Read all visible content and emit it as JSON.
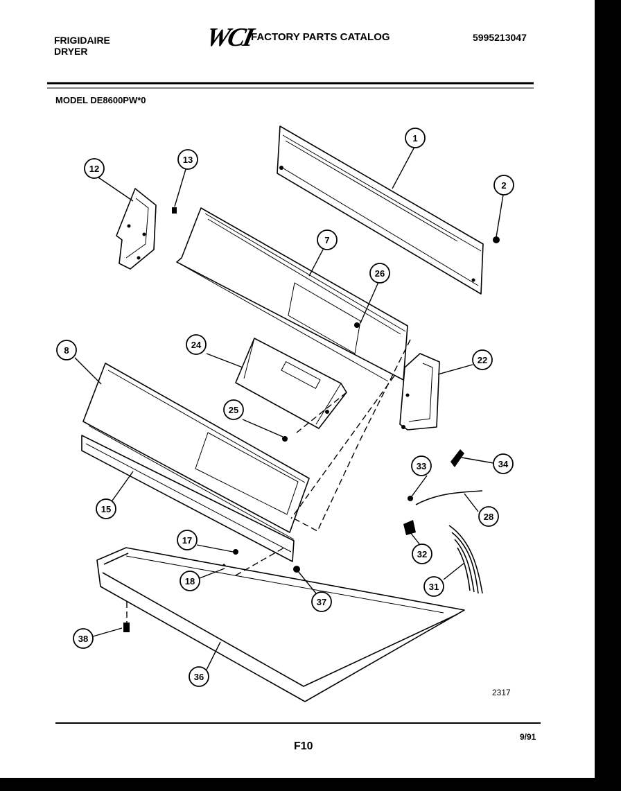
{
  "header": {
    "brand_line1": "FRIGIDAIRE",
    "brand_line2": "DRYER",
    "logo_text": "WCI",
    "catalog_title": "FACTORY PARTS CATALOG",
    "catalog_number": "5995213047"
  },
  "model_label": "MODEL DE8600PW*0",
  "diagram_code": "2317",
  "page_code": "F10",
  "date_code": "9/91",
  "callouts": [
    "1",
    "2",
    "7",
    "8",
    "12",
    "13",
    "15",
    "17",
    "18",
    "22",
    "24",
    "25",
    "26",
    "28",
    "31",
    "32",
    "33",
    "34",
    "36",
    "37",
    "38"
  ],
  "colors": {
    "page": "#ffffff",
    "ink": "#000000",
    "border": "#000000"
  }
}
